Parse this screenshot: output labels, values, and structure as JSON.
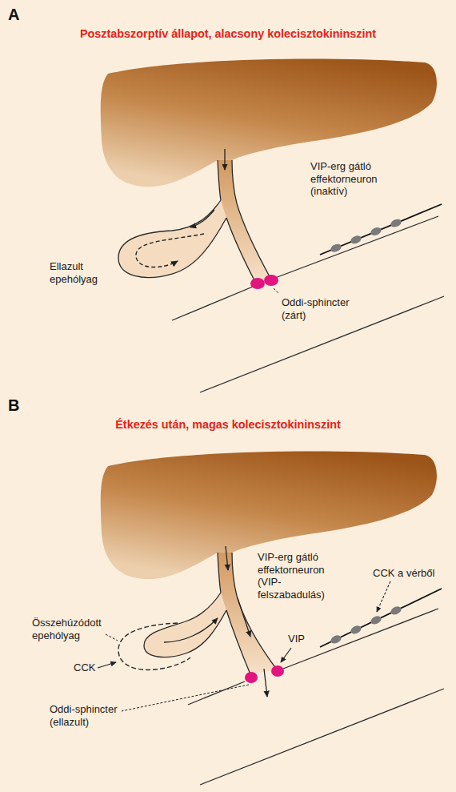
{
  "diagram": {
    "labels": [
      "A",
      "Posztabszorptív állapot, alacsony kolecisztokininszint",
      "VIP-erg gátló effektorneuron (inaktív)",
      "Ellazult epehólyag",
      "Oddi-sphincter (zárt)",
      "B",
      "Étkezés után, magas kolecisztokininszint",
      "VIP-erg gátló effektorneuron (VIP-felszabadulás)",
      "CCK a vérből",
      "VIP",
      "Összehúzódott epehólyag",
      "CCK",
      "Oddi-sphincter (ellazult)"
    ]
  }
}
